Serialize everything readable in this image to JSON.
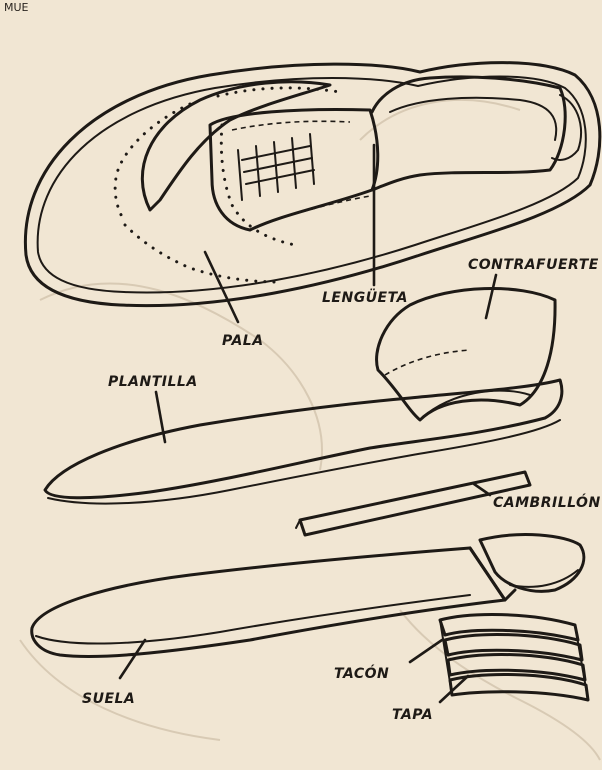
{
  "corner_text": "MUE",
  "labels": {
    "contrafuerte": "CONTRAFUERTE",
    "lengueta": "LENGÜETA",
    "pala": "PALA",
    "plantilla": "PLANTILLA",
    "cambrillon": "CAMBRILLÓN",
    "tacon": "TACÓN",
    "suela": "SUELA",
    "tapa": "TAPA"
  },
  "colors": {
    "paper": "#f1e6d3",
    "ink": "#1e1a16"
  }
}
